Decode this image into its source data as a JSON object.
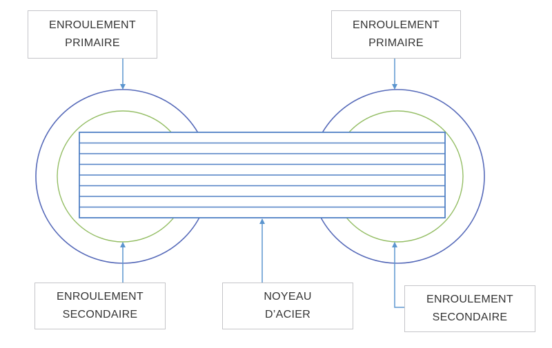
{
  "labels": {
    "primary_left": [
      "ENROULEMENT",
      "PRIMAIRE"
    ],
    "primary_right": [
      "ENROULEMENT",
      "PRIMAIRE"
    ],
    "secondary_left": [
      "ENROULEMENT",
      "SECONDAIRE"
    ],
    "core": [
      "NOYEAU",
      "D’ACIER"
    ],
    "secondary_right": [
      "ENROULEMENT",
      "SECONDAIRE"
    ]
  },
  "colors": {
    "primary_winding": "#5468b8",
    "secondary_winding": "#93bd63",
    "core": "#4f7fc4",
    "arrow": "#5b95cf"
  },
  "core_lamination_count": 8
}
